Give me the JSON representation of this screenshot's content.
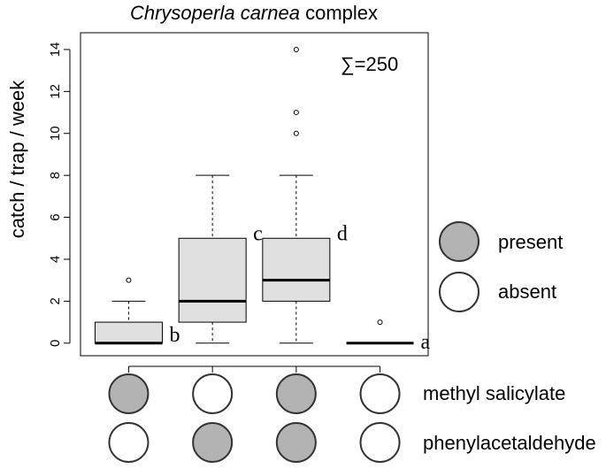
{
  "chart_data": {
    "type": "boxplot",
    "title": {
      "species": "Chrysoperla carnea",
      "suffix": " complex"
    },
    "ylabel": "catch / trap / week",
    "ylim": [
      -0.6,
      14.8
    ],
    "yticks": [
      0,
      2,
      4,
      6,
      8,
      10,
      12,
      14
    ],
    "total_label": "∑=250",
    "grid": false,
    "box_color": "#e0e0e0",
    "present_color": "#b3b3b3",
    "absent_color": "#ffffff",
    "groups": [
      {
        "whisker_low": 0,
        "q1": 0,
        "median": 0,
        "q3": 1,
        "whisker_high": 2,
        "outliers": [
          3
        ],
        "letter": "b",
        "methyl_salicylate": "present",
        "phenylacetaldehyde": "absent"
      },
      {
        "whisker_low": 0,
        "q1": 1,
        "median": 2,
        "q3": 5,
        "whisker_high": 8,
        "outliers": [],
        "letter": "c",
        "methyl_salicylate": "absent",
        "phenylacetaldehyde": "present"
      },
      {
        "whisker_low": 0,
        "q1": 2,
        "median": 3,
        "q3": 5,
        "whisker_high": 8,
        "outliers": [
          10,
          11,
          14
        ],
        "letter": "d",
        "methyl_salicylate": "present",
        "phenylacetaldehyde": "present"
      },
      {
        "whisker_low": 0,
        "q1": 0,
        "median": 0,
        "q3": 0,
        "whisker_high": 0,
        "outliers": [
          1
        ],
        "letter": "a",
        "methyl_salicylate": "absent",
        "phenylacetaldehyde": "absent"
      }
    ],
    "legend": {
      "present": "present",
      "absent": "absent"
    },
    "row_labels": {
      "methyl_salicylate": "methyl salicylate",
      "phenylacetaldehyde": "phenylacetaldehyde"
    }
  }
}
